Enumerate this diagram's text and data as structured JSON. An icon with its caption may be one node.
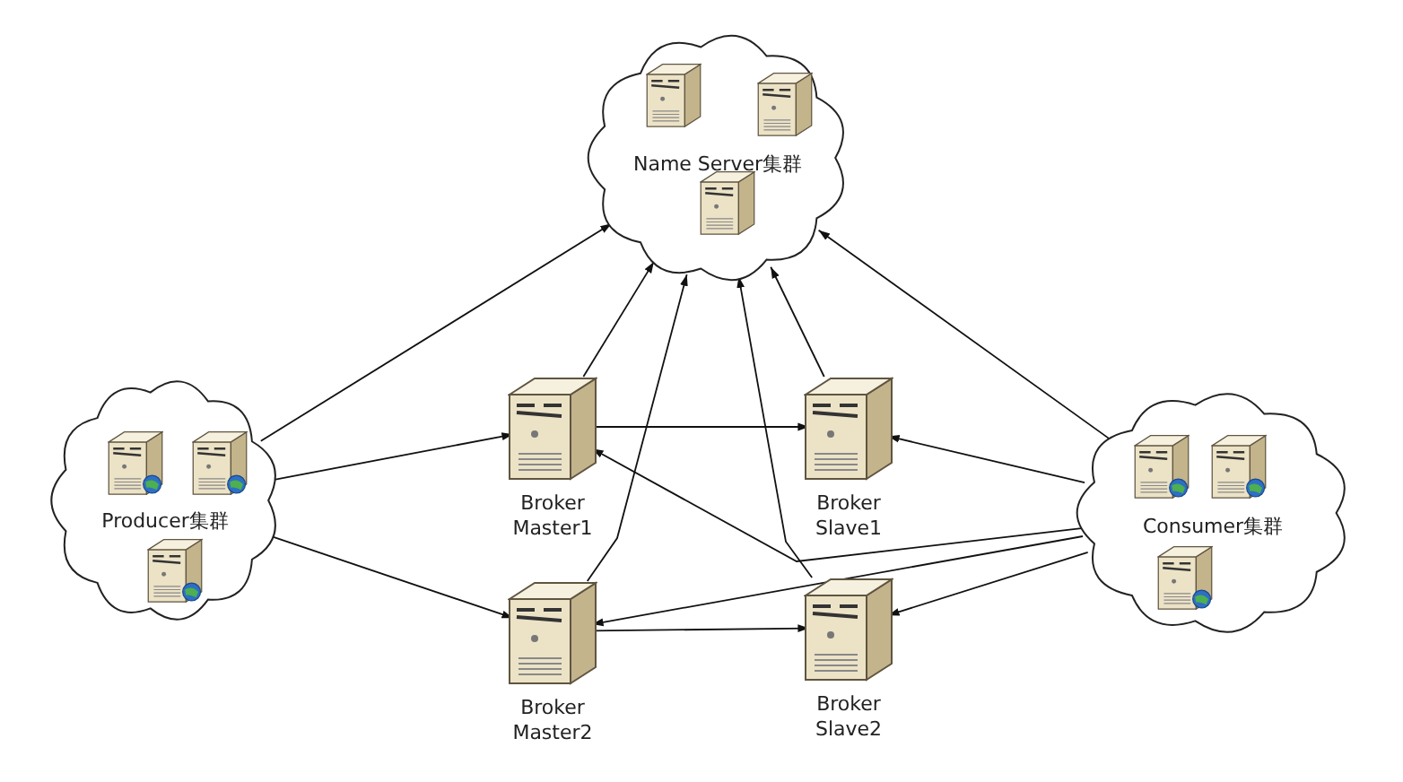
{
  "diagram": {
    "nodes": [
      {
        "text": [
          "Name Server集群"
        ]
      },
      {
        "text": [
          "Producer集群"
        ]
      },
      {
        "text": [
          "Consumer集群"
        ]
      },
      {
        "text": [
          "Broker Master1"
        ]
      },
      {
        "text": [
          "Broker Slave1"
        ]
      },
      {
        "text": [
          "Broker Master2"
        ]
      },
      {
        "text": [
          "Broker Slave2"
        ]
      }
    ],
    "edges": [
      {
        "from": 1,
        "to": 0,
        "arrow": "to"
      },
      {
        "from": 1,
        "to": 3,
        "arrow": "to"
      },
      {
        "from": 1,
        "to": 5,
        "arrow": "to"
      },
      {
        "from": 3,
        "to": 0,
        "arrow": "to"
      },
      {
        "from": 5,
        "to": 0,
        "arrow": "to"
      },
      {
        "from": 4,
        "to": 0,
        "arrow": "to"
      },
      {
        "from": 6,
        "to": 0,
        "arrow": "to"
      },
      {
        "from": 3,
        "to": 4,
        "arrow": "to"
      },
      {
        "from": 5,
        "to": 6,
        "arrow": "to"
      },
      {
        "from": 2,
        "to": 0,
        "arrow": "to"
      },
      {
        "from": 2,
        "to": 3,
        "arrow": "to"
      },
      {
        "from": 2,
        "to": 4,
        "arrow": "to"
      },
      {
        "from": 2,
        "to": 5,
        "arrow": "to"
      },
      {
        "from": 2,
        "to": 6,
        "arrow": "to"
      }
    ]
  }
}
